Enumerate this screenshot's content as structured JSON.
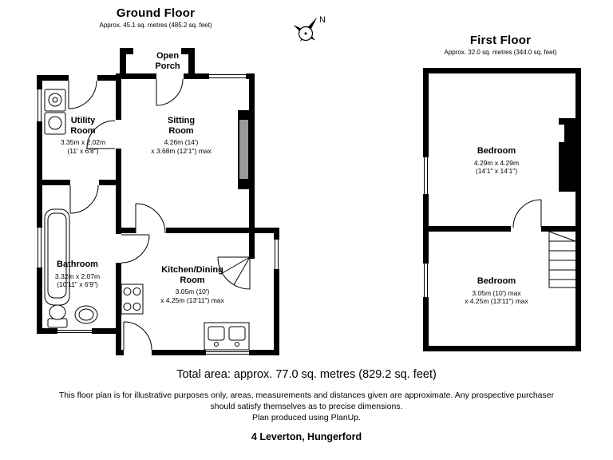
{
  "colors": {
    "walls": "#000000",
    "fireplace_gray": "#999999",
    "background": "#ffffff",
    "text": "#000000"
  },
  "ground_floor": {
    "title": "Ground Floor",
    "subtitle": "Approx. 45.1 sq. metres (485.2 sq. feet)",
    "rooms": [
      {
        "name": "Open Porch",
        "line1": "",
        "line2": ""
      },
      {
        "name": "Utility Room",
        "line1": "3.35m x 2.02m",
        "line2": "(11' x 6'8\")"
      },
      {
        "name": "Sitting Room",
        "line1": "4.26m (14')",
        "line2": "x 3.68m (12'1\") max"
      },
      {
        "name": "Bathroom",
        "line1": "3.32m x 2.07m",
        "line2": "(10'11\" x 6'9\")"
      },
      {
        "name": "Kitchen/Dining Room",
        "line1": "3.05m (10')",
        "line2": "x 4.25m (13'11\") max"
      }
    ]
  },
  "first_floor": {
    "title": "First Floor",
    "subtitle": "Approx. 32.0 sq. metres (344.0 sq. feet)",
    "rooms": [
      {
        "name": "Bedroom",
        "line1": "4.29m x 4.29m",
        "line2": "(14'1\" x 14'1\")"
      },
      {
        "name": "Bedroom",
        "line1": "3.05m (10') max",
        "line2": "x 4.25m (13'11\") max"
      }
    ]
  },
  "compass": {
    "north_label": "N"
  },
  "footer": {
    "total_area": "Total area: approx. 77.0 sq. metres (829.2 sq. feet)",
    "disclaimer_line1": "This floor plan is for illustrative purposes only, areas, measurements and distances given are approximate. Any prospective purchaser",
    "disclaimer_line2": "should satisfy themselves as to precise dimensions.",
    "produced_by": "Plan produced using PlanUp.",
    "address": "4 Leverton, Hungerford"
  }
}
